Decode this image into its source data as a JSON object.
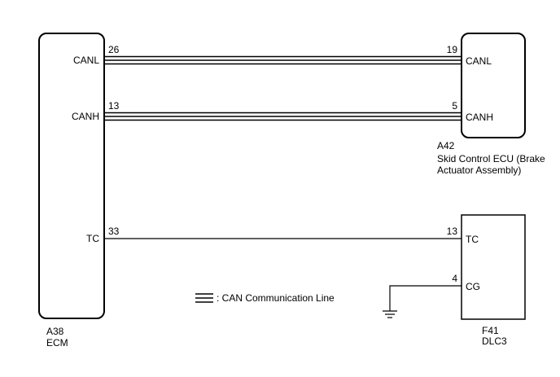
{
  "ecm": {
    "code": "A38",
    "name": "ECM",
    "pins": {
      "canl": {
        "number": "26",
        "label": "CANL"
      },
      "canh": {
        "number": "13",
        "label": "CANH"
      },
      "tc": {
        "number": "33",
        "label": "TC"
      }
    }
  },
  "skid_ecu": {
    "code": "A42",
    "name_line1": "Skid Control ECU (Brake",
    "name_line2": "Actuator Assembly)",
    "pins": {
      "canl": {
        "number": "19",
        "label": "CANL"
      },
      "canh": {
        "number": "5",
        "label": "CANH"
      }
    }
  },
  "dlc3": {
    "code": "F41",
    "name": "DLC3",
    "pins": {
      "tc": {
        "number": "13",
        "label": "TC"
      },
      "cg": {
        "number": "4",
        "label": "CG"
      }
    }
  },
  "legend": {
    "text": ": CAN Communication Line"
  }
}
